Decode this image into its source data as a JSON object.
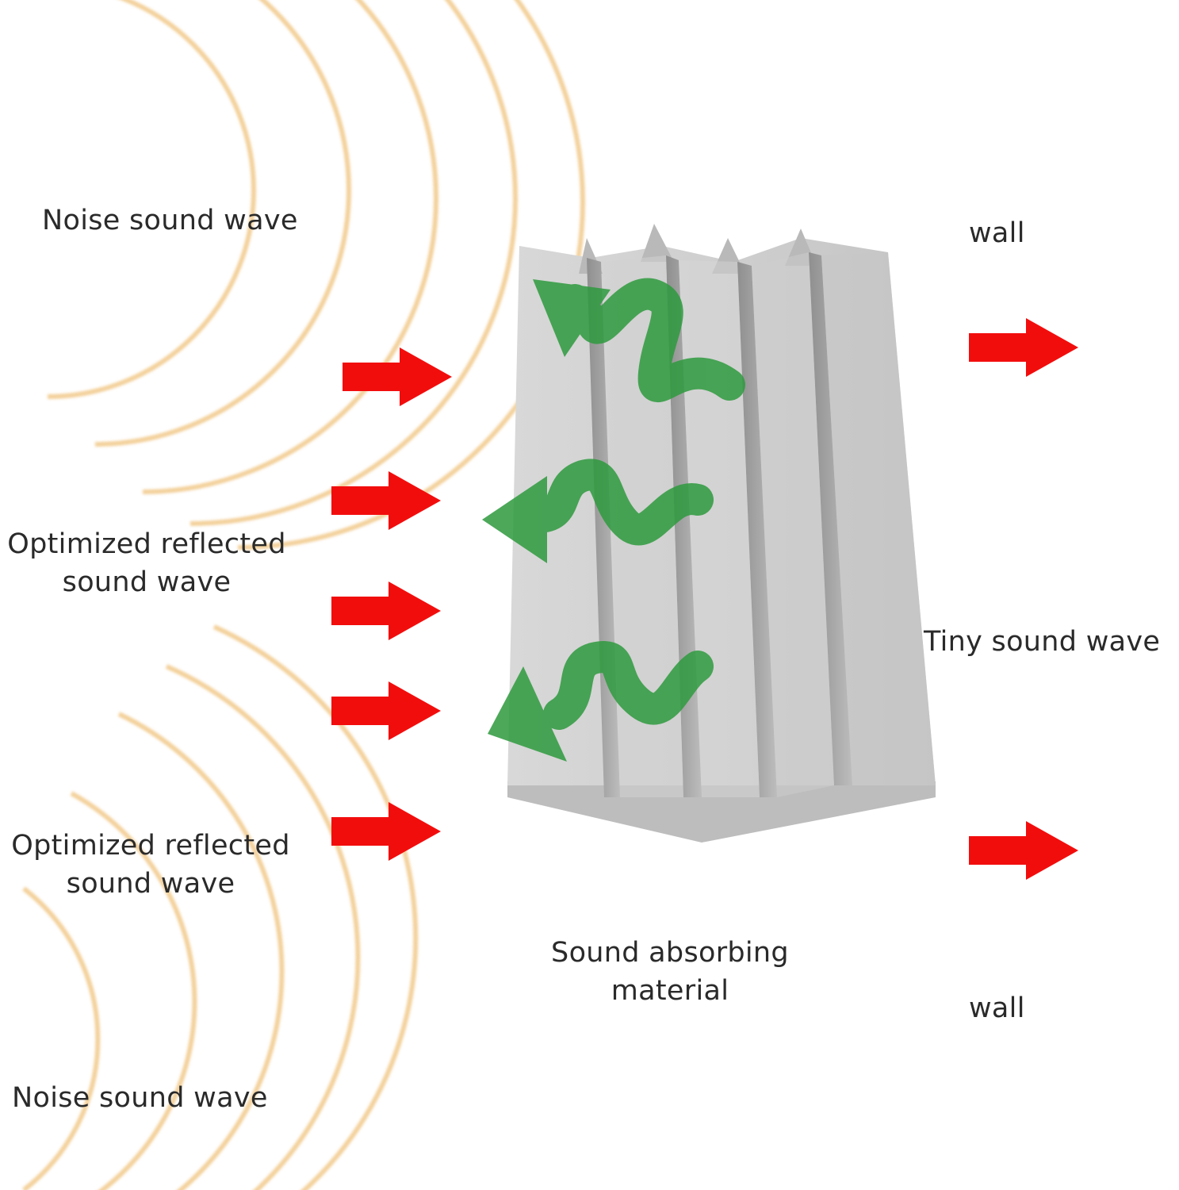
{
  "labels": {
    "noise_top": "Noise sound wave",
    "reflected_top_line1": "Optimized reflected",
    "reflected_top_line2": "sound wave",
    "reflected_bottom_line1": "Optimized reflected",
    "reflected_bottom_line2": "sound wave",
    "noise_bottom": "Noise sound wave",
    "wall_top": "wall",
    "tiny_wave": "Tiny sound wave",
    "wall_bottom": "wall",
    "absorbing_line1": "Sound absorbing",
    "absorbing_line2": "material"
  },
  "colors": {
    "wave_ring": "#f1c98a",
    "incident_arrow": "#f20d0d",
    "reflected_arrow": "#2e9a3e",
    "foam": "#c9c9c9",
    "text": "#2a2a2a"
  },
  "icons": {
    "incident": "arrow-right-icon",
    "reflected": "wavy-arrow-icon"
  }
}
